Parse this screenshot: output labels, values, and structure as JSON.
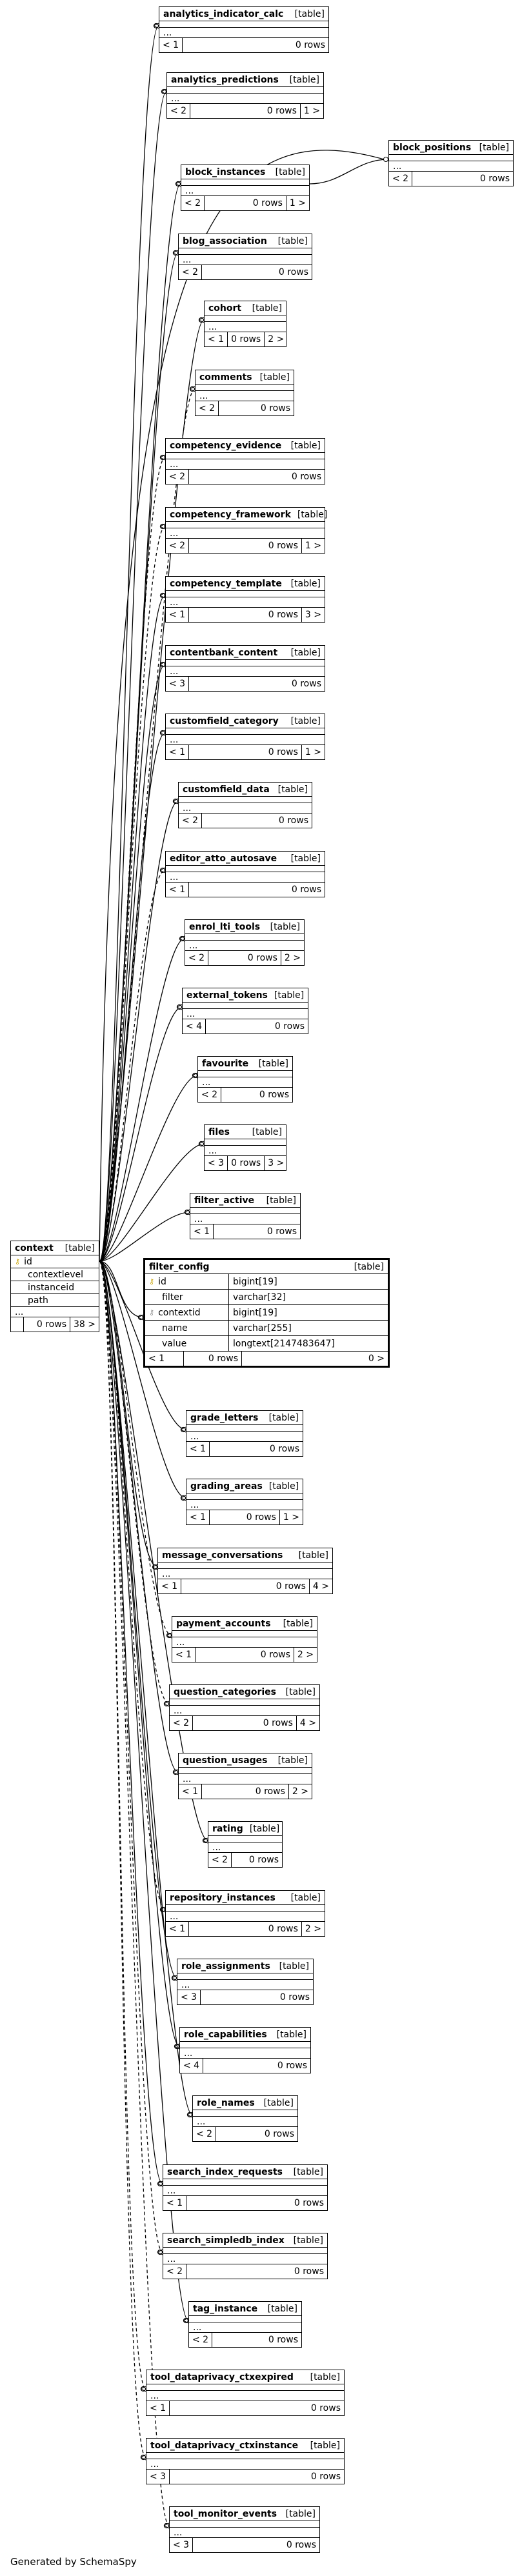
{
  "diagram": {
    "generator_credit": "Generated by SchemaSpy",
    "table_tag": "[table]",
    "focus": {
      "name": "filter_config",
      "columns": [
        {
          "name": "id",
          "type": "bigint[19]",
          "key": "primary"
        },
        {
          "name": "filter",
          "type": "varchar[32]",
          "key": ""
        },
        {
          "name": "contextid",
          "type": "bigint[19]",
          "key": "foreign"
        },
        {
          "name": "name",
          "type": "varchar[255]",
          "key": ""
        },
        {
          "name": "value",
          "type": "longtext[2147483647]",
          "key": ""
        }
      ],
      "footer": {
        "parents": "< 1",
        "rows": "0 rows",
        "children": "0 >"
      }
    },
    "context": {
      "name": "context",
      "columns": [
        "id",
        "contextlevel",
        "instanceid",
        "path"
      ],
      "more": "...",
      "footer": {
        "parents": "",
        "rows": "0 rows",
        "children": "38 >"
      }
    },
    "tables": [
      {
        "name": "analytics_indicator_calc",
        "parents": "< 1",
        "rows": "0 rows",
        "children": ""
      },
      {
        "name": "analytics_predictions",
        "parents": "< 2",
        "rows": "0 rows",
        "children": "1 >"
      },
      {
        "name": "block_instances",
        "parents": "< 2",
        "rows": "0 rows",
        "children": "1 >"
      },
      {
        "name": "block_positions",
        "parents": "< 2",
        "rows": "0 rows",
        "children": ""
      },
      {
        "name": "blog_association",
        "parents": "< 2",
        "rows": "0 rows",
        "children": ""
      },
      {
        "name": "cohort",
        "parents": "< 1",
        "rows": "0 rows",
        "children": "2 >"
      },
      {
        "name": "comments",
        "parents": "< 2",
        "rows": "0 rows",
        "children": ""
      },
      {
        "name": "competency_evidence",
        "parents": "< 2",
        "rows": "0 rows",
        "children": ""
      },
      {
        "name": "competency_framework",
        "parents": "< 2",
        "rows": "0 rows",
        "children": "1 >"
      },
      {
        "name": "competency_template",
        "parents": "< 1",
        "rows": "0 rows",
        "children": "3 >"
      },
      {
        "name": "contentbank_content",
        "parents": "< 3",
        "rows": "0 rows",
        "children": ""
      },
      {
        "name": "customfield_category",
        "parents": "< 1",
        "rows": "0 rows",
        "children": "1 >"
      },
      {
        "name": "customfield_data",
        "parents": "< 2",
        "rows": "0 rows",
        "children": ""
      },
      {
        "name": "editor_atto_autosave",
        "parents": "< 1",
        "rows": "0 rows",
        "children": ""
      },
      {
        "name": "enrol_lti_tools",
        "parents": "< 2",
        "rows": "0 rows",
        "children": "2 >"
      },
      {
        "name": "external_tokens",
        "parents": "< 4",
        "rows": "0 rows",
        "children": ""
      },
      {
        "name": "favourite",
        "parents": "< 2",
        "rows": "0 rows",
        "children": ""
      },
      {
        "name": "files",
        "parents": "< 3",
        "rows": "0 rows",
        "children": "3 >"
      },
      {
        "name": "filter_active",
        "parents": "< 1",
        "rows": "0 rows",
        "children": ""
      },
      {
        "name": "grade_letters",
        "parents": "< 1",
        "rows": "0 rows",
        "children": ""
      },
      {
        "name": "grading_areas",
        "parents": "< 1",
        "rows": "0 rows",
        "children": "1 >"
      },
      {
        "name": "message_conversations",
        "parents": "< 1",
        "rows": "0 rows",
        "children": "4 >"
      },
      {
        "name": "payment_accounts",
        "parents": "< 1",
        "rows": "0 rows",
        "children": "2 >"
      },
      {
        "name": "question_categories",
        "parents": "< 2",
        "rows": "0 rows",
        "children": "4 >"
      },
      {
        "name": "question_usages",
        "parents": "< 1",
        "rows": "0 rows",
        "children": "2 >"
      },
      {
        "name": "rating",
        "parents": "< 2",
        "rows": "0 rows",
        "children": ""
      },
      {
        "name": "repository_instances",
        "parents": "< 1",
        "rows": "0 rows",
        "children": "2 >"
      },
      {
        "name": "role_assignments",
        "parents": "< 3",
        "rows": "0 rows",
        "children": ""
      },
      {
        "name": "role_capabilities",
        "parents": "< 4",
        "rows": "0 rows",
        "children": ""
      },
      {
        "name": "role_names",
        "parents": "< 2",
        "rows": "0 rows",
        "children": ""
      },
      {
        "name": "search_index_requests",
        "parents": "< 1",
        "rows": "0 rows",
        "children": ""
      },
      {
        "name": "search_simpledb_index",
        "parents": "< 2",
        "rows": "0 rows",
        "children": ""
      },
      {
        "name": "tag_instance",
        "parents": "< 2",
        "rows": "0 rows",
        "children": ""
      },
      {
        "name": "tool_dataprivacy_ctxexpired",
        "parents": "< 1",
        "rows": "0 rows",
        "children": ""
      },
      {
        "name": "tool_dataprivacy_ctxinstance",
        "parents": "< 3",
        "rows": "0 rows",
        "children": ""
      },
      {
        "name": "tool_monitor_events",
        "parents": "< 3",
        "rows": "0 rows",
        "children": ""
      }
    ],
    "dashed_links": [
      "comments",
      "competency_evidence",
      "competency_framework",
      "editor_atto_autosave",
      "payment_accounts",
      "question_categories",
      "repository_instances",
      "search_simpledb_index",
      "tool_dataprivacy_ctxexpired",
      "tool_dataprivacy_ctxinstance",
      "tool_monitor_events"
    ]
  }
}
